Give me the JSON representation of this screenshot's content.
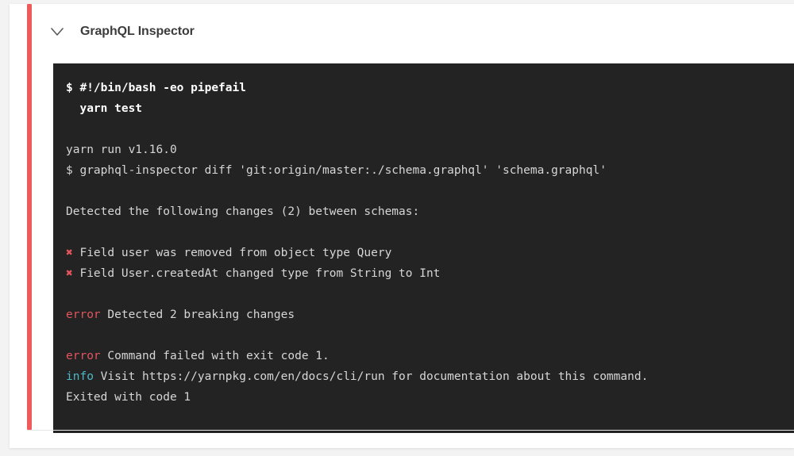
{
  "theme": {
    "page_background": "#f3f3f3",
    "card_background": "#ffffff",
    "accent_color": "#ef5b5b",
    "terminal_background": "#232323",
    "terminal_text": "#d6d6d6",
    "error_color": "#e2555f",
    "info_color": "#4fb8c6",
    "title_color": "#3c3c3c"
  },
  "job": {
    "title": "GraphQL Inspector",
    "collapse_icon": "chevron-down-icon",
    "status": "failed"
  },
  "terminal": {
    "lines": [
      {
        "id": "line-1",
        "bold": true,
        "segments": [
          {
            "text": "$ #!/bin/bash -eo pipefail",
            "style": "bold-white"
          }
        ]
      },
      {
        "id": "line-2",
        "bold": true,
        "segments": [
          {
            "text": "  yarn test",
            "style": "bold-white"
          }
        ]
      },
      {
        "id": "line-3",
        "blank": true,
        "segments": []
      },
      {
        "id": "line-4",
        "segments": [
          {
            "text": "yarn run v1.16.0",
            "style": "normal"
          }
        ]
      },
      {
        "id": "line-5",
        "segments": [
          {
            "text": "$ graphql-inspector diff 'git:origin/master:./schema.graphql' 'schema.graphql'",
            "style": "normal"
          }
        ]
      },
      {
        "id": "line-6",
        "blank": true,
        "segments": []
      },
      {
        "id": "line-7",
        "segments": [
          {
            "text": "Detected the following changes (2) between schemas:",
            "style": "normal"
          }
        ]
      },
      {
        "id": "line-8",
        "blank": true,
        "segments": []
      },
      {
        "id": "line-9",
        "segments": [
          {
            "text": "✖",
            "style": "error-mark"
          },
          {
            "text": " Field user was removed from object type Query",
            "style": "normal"
          }
        ]
      },
      {
        "id": "line-10",
        "segments": [
          {
            "text": "✖",
            "style": "error-mark"
          },
          {
            "text": " Field User.createdAt changed type from String to Int",
            "style": "normal"
          }
        ]
      },
      {
        "id": "line-11",
        "blank": true,
        "segments": []
      },
      {
        "id": "line-12",
        "segments": [
          {
            "text": "error",
            "style": "error"
          },
          {
            "text": " Detected 2 breaking changes",
            "style": "normal"
          }
        ]
      },
      {
        "id": "line-13",
        "blank": true,
        "segments": []
      },
      {
        "id": "line-14",
        "segments": [
          {
            "text": "error",
            "style": "error"
          },
          {
            "text": " Command failed with exit code 1.",
            "style": "normal"
          }
        ]
      },
      {
        "id": "line-15",
        "segments": [
          {
            "text": "info",
            "style": "info"
          },
          {
            "text": " Visit https://yarnpkg.com/en/docs/cli/run for documentation about this command.",
            "style": "normal"
          }
        ]
      },
      {
        "id": "line-16",
        "segments": [
          {
            "text": "Exited with code 1",
            "style": "normal"
          }
        ]
      }
    ]
  }
}
